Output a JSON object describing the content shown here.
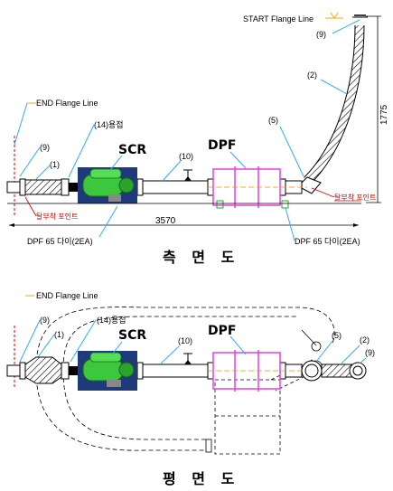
{
  "side_view": {
    "title": "측 면 도",
    "start_flange_line": "START Flange Line",
    "end_flange_line": "END Flange Line",
    "part_9_top": "(9)",
    "part_9_left": "(9)",
    "part_2": "(2)",
    "part_5": "(5)",
    "part_1": "(1)",
    "part_14": "(14)용접",
    "part_10": "(10)",
    "scr": "SCR",
    "dpf": "DPF",
    "detach_point_left": "탈부착 포인트",
    "detach_point_right": "탈부착 포인트",
    "dpf_dolly_left": "DPF 65 다이(2EA)",
    "dpf_dolly_right": "DPF 65 다이(2EA)",
    "dim_horizontal": "3570",
    "dim_vertical": "1775"
  },
  "plan_view": {
    "title": "평 면 도",
    "end_flange_line": "END Flange Line",
    "part_9_left": "(9)",
    "part_1": "(1)",
    "part_14": "(14)용접",
    "scr": "SCR",
    "part_10": "(10)",
    "dpf": "DPF",
    "part_5": "(5)",
    "part_2": "(2)",
    "part_9_right": "(9)"
  },
  "colors": {
    "leader": "#33aaff",
    "dpf_body": "#e040e0",
    "red": "#d00000",
    "centerline": "#ff8800",
    "scr_bg": "#1e3a7a",
    "scr_body": "#3cc83c"
  }
}
